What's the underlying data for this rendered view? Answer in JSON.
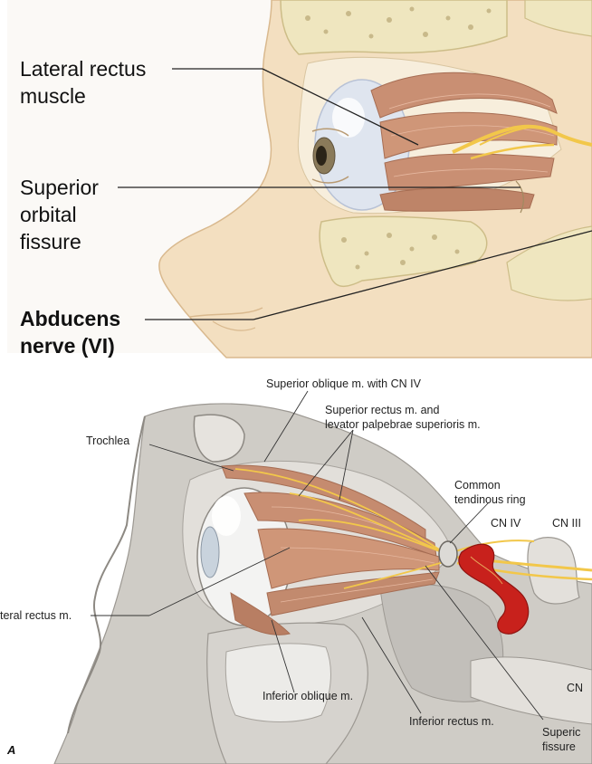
{
  "top_figure": {
    "labels": {
      "lateral_rectus_line1": "Lateral rectus",
      "lateral_rectus_line2": "muscle",
      "superior_line1": "Superior",
      "superior_line2": "orbital",
      "superior_line3": "fissure",
      "abducens_line1": "Abducens",
      "abducens_line2": "nerve (VI)"
    }
  },
  "bottom_figure": {
    "labels": {
      "superior_oblique": "Superior oblique m. with CN IV",
      "superior_rectus_line1": "Superior rectus m. and",
      "superior_rectus_line2": "levator palpebrae superioris m.",
      "trochlea": "Trochlea",
      "common_ring_line1": "Common",
      "common_ring_line2": "tendinous ring",
      "cn_iv": "CN IV",
      "cn_iii": "CN III",
      "lateral_rectus": "teral rectus m.",
      "inferior_oblique": "Inferior oblique m.",
      "cn_partial": "CN",
      "inferior_rectus": "Inferior rectus m.",
      "superior_fissure_line1": "Superic",
      "superior_fissure_line2": "fissure",
      "figure_letter": "A"
    }
  },
  "colors": {
    "skin": "#f3dfc0",
    "bone": "#efe6bf",
    "muscle": "#c98f73",
    "nerve": "#f2c74a",
    "artery": "#c8211c",
    "bone_gray": "#c9c6c0"
  }
}
